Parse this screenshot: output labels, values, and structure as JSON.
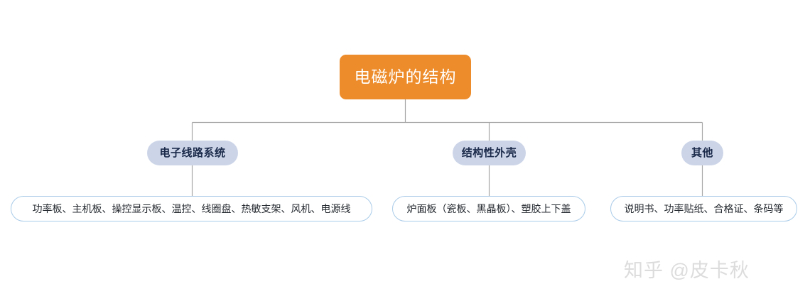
{
  "diagram": {
    "type": "mindmap-tree",
    "root": {
      "label": "电磁炉的结构",
      "color": "#ed8c2b",
      "text_color": "#ffffff"
    },
    "branches": [
      {
        "label": "电子线路系统",
        "color": "#ccd5e8",
        "text_color": "#1b2a4a",
        "leaf": "功率板、主机板、操控显示板、温控、线圈盘、热敏支架、风机、电源线"
      },
      {
        "label": "结构性外壳",
        "color": "#ccd5e8",
        "text_color": "#1b2a4a",
        "leaf": "炉面板（瓷板、黑晶板）、塑胶上下盖"
      },
      {
        "label": "其他",
        "color": "#ccd5e8",
        "text_color": "#1b2a4a",
        "leaf": "说明书、功率贴纸、合格证、条码等"
      }
    ],
    "leaf_border_color": "#a9cbe8",
    "connector_color": "#a6a6a6"
  },
  "watermark": {
    "text": "知乎 @皮卡秋",
    "color": "#dcdcdc"
  }
}
